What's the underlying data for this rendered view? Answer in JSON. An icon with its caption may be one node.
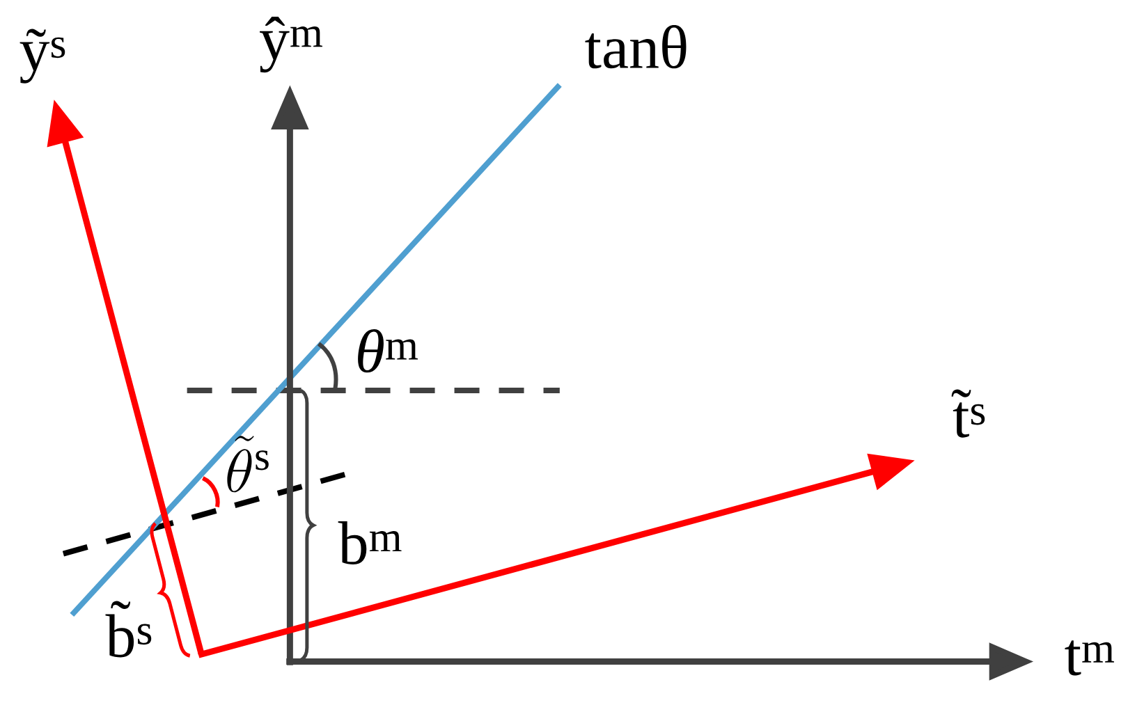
{
  "diagram": {
    "labels": [
      "ỹ$^{s}$",
      "ŷ$^{m}$",
      "tanθ",
      "*θ*$^{m}$",
      "t̃$^{s}$",
      "\\tilde{\\theta}^{\\mathrm{s}}",
      "b$^{m}$",
      "b̃$^{s}$",
      "t$^{m}$"
    ]
  }
}
